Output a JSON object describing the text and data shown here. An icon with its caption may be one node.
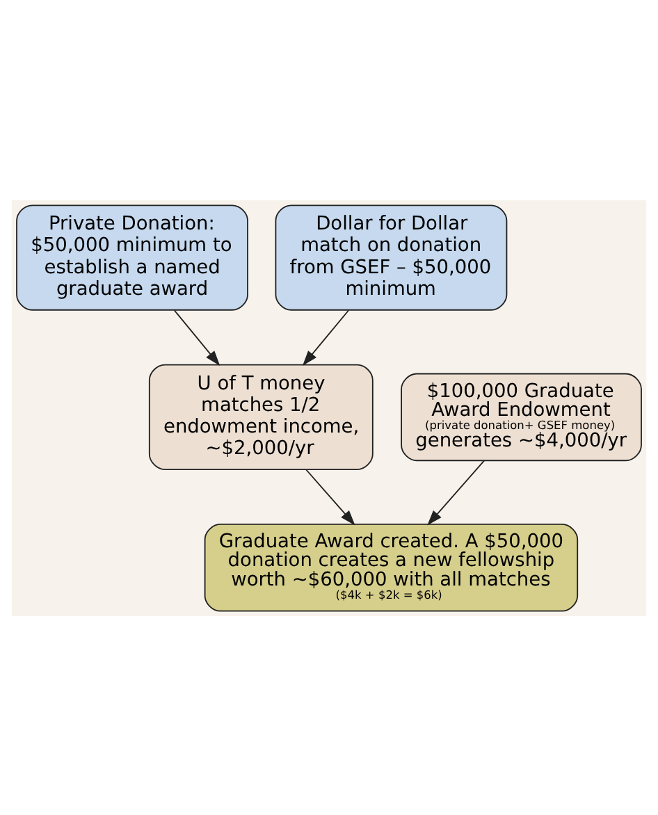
{
  "diagram": {
    "nodes": [
      {
        "text": [
          "Private Donation: $50,000 minimum to establish a named graduate award"
        ]
      },
      {
        "text": [
          "Dollar for Dollar match on donation from GSEF – $50,000 minimum"
        ]
      },
      {
        "text": [
          "$100,000 Graduate Award Endowment",
          "(private donation+ GSEF money)",
          "generates ~$4,000/yr"
        ]
      },
      {
        "text": [
          "U of T money matches 1/2 endowment income, ~$2,000/yr"
        ]
      },
      {
        "text": [
          "Graduate Award created. A $50,000 donation creates a new fellowship worth ~$60,000 with all matches",
          "($4k + $2k = $6k)"
        ]
      }
    ],
    "edges": [
      {
        "from": 0,
        "to": 3,
        "arrow": "to"
      },
      {
        "from": 1,
        "to": 3,
        "arrow": "to"
      },
      {
        "from": 2,
        "to": 4,
        "arrow": "to"
      },
      {
        "from": 3,
        "to": 4,
        "arrow": "to"
      }
    ]
  }
}
